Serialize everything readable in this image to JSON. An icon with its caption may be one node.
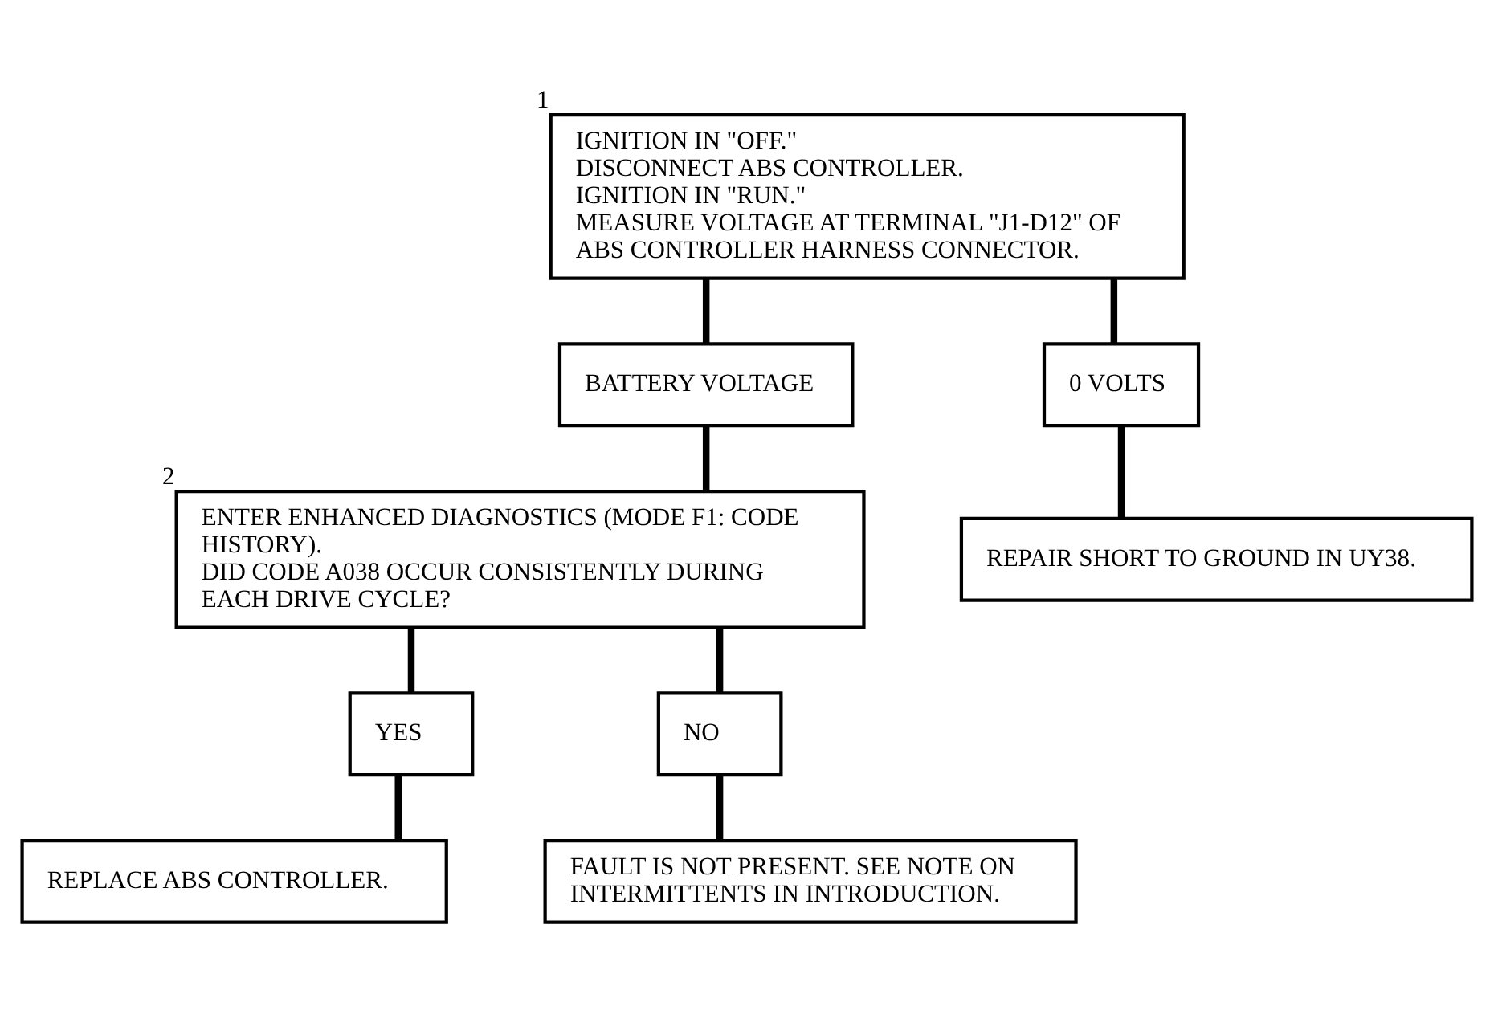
{
  "diagram": {
    "nodes": [
      {
        "text": [
          "IGNITION IN \"OFF.\"",
          "DISCONNECT ABS CONTROLLER.",
          "IGNITION IN \"RUN.\"",
          "MEASURE VOLTAGE AT TERMINAL \"J1-D12\" OF ABS CONTROLLER HARNESS CONNECTOR."
        ],
        "beside": [
          "1"
        ]
      },
      {
        "text": [
          "BATTERY VOLTAGE"
        ]
      },
      {
        "text": [
          "0 VOLTS"
        ]
      },
      {
        "text": [
          "ENTER ENHANCED DIAGNOSTICS (MODE F1: CODE HISTORY).",
          "DID CODE A038 OCCUR CONSISTENTLY DURING EACH DRIVE CYCLE?"
        ],
        "beside": [
          "2"
        ]
      },
      {
        "text": [
          "REPAIR SHORT TO GROUND IN UY38."
        ]
      },
      {
        "text": [
          "YES"
        ]
      },
      {
        "text": [
          "NO"
        ]
      },
      {
        "text": [
          "REPLACE ABS CONTROLLER."
        ]
      },
      {
        "text": [
          "FAULT IS NOT PRESENT. SEE NOTE ON INTERMITTENTS IN INTRODUCTION."
        ]
      }
    ],
    "edges": [
      {
        "from": 0,
        "to": 1,
        "arrow": "none"
      },
      {
        "from": 0,
        "to": 2,
        "arrow": "none"
      },
      {
        "from": 1,
        "to": 3,
        "arrow": "none"
      },
      {
        "from": 2,
        "to": 4,
        "arrow": "none"
      },
      {
        "from": 3,
        "to": 5,
        "arrow": "none"
      },
      {
        "from": 3,
        "to": 6,
        "arrow": "none"
      },
      {
        "from": 5,
        "to": 7,
        "arrow": "none"
      },
      {
        "from": 6,
        "to": 8,
        "arrow": "none"
      }
    ]
  }
}
